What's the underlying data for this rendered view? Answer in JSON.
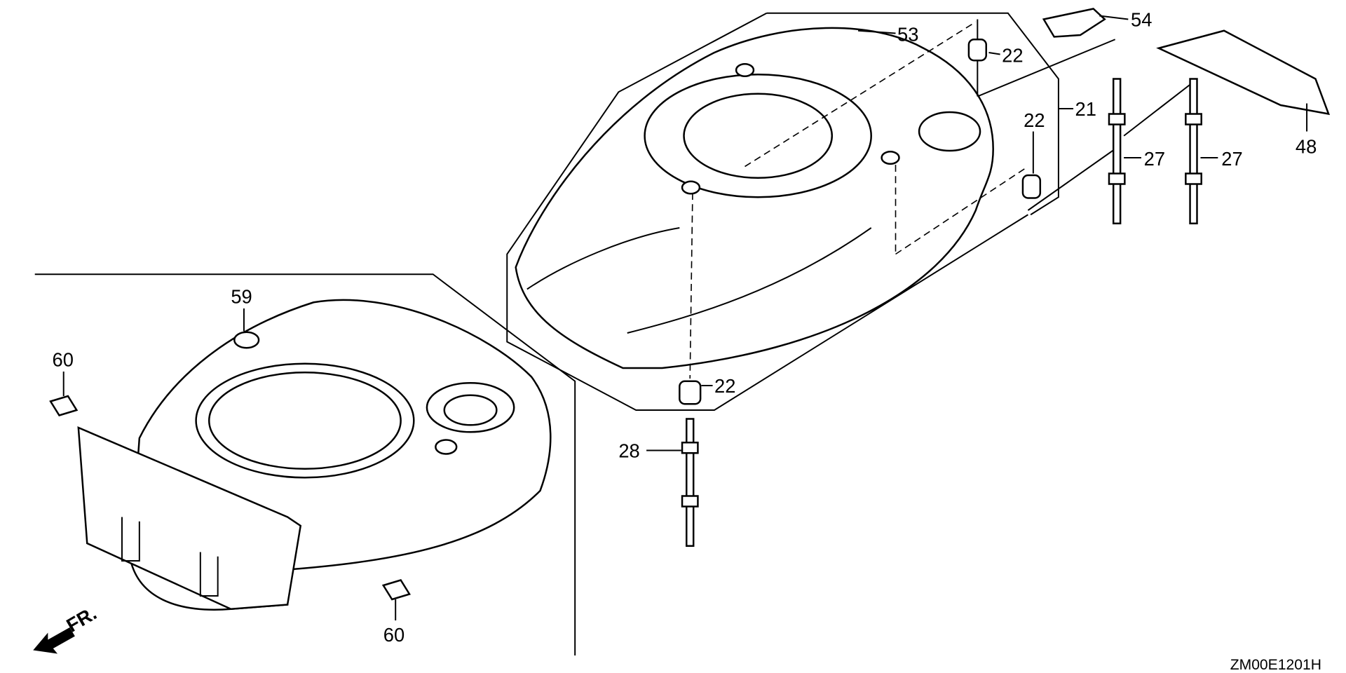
{
  "diagram": {
    "code": "ZM00E1201H",
    "front_arrow": "FR.",
    "callouts": {
      "c53": "53",
      "c54": "54",
      "c22a": "22",
      "c21": "21",
      "c22b": "22",
      "c27a": "27",
      "c27b": "27",
      "c48": "48",
      "c22c": "22",
      "c28": "28",
      "c59": "59",
      "c60a": "60",
      "c60b": "60"
    }
  }
}
